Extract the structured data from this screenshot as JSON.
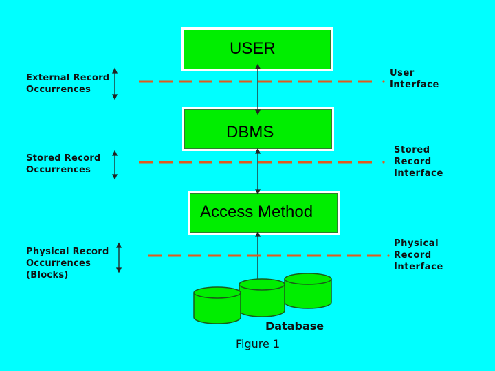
{
  "boxes": {
    "user": "USER",
    "dbms": "DBMS",
    "access": "Access Method"
  },
  "left_labels": {
    "external": "External Record\nOccurrences",
    "stored": "Stored Record\nOccurrences",
    "physical": "Physical Record\nOccurrences\n(Blocks)"
  },
  "interfaces": {
    "user": "User\nInterface",
    "stored": "Stored\nRecord\nInterface",
    "physical": "Physical\nRecord\nInterface"
  },
  "database_label": "Database",
  "figure_caption": "Figure 1",
  "colors": {
    "background": "#00ffff",
    "box_fill": "#00ee00",
    "dashed_line": "#e05a1e",
    "disk_fill": "#00ee00"
  }
}
